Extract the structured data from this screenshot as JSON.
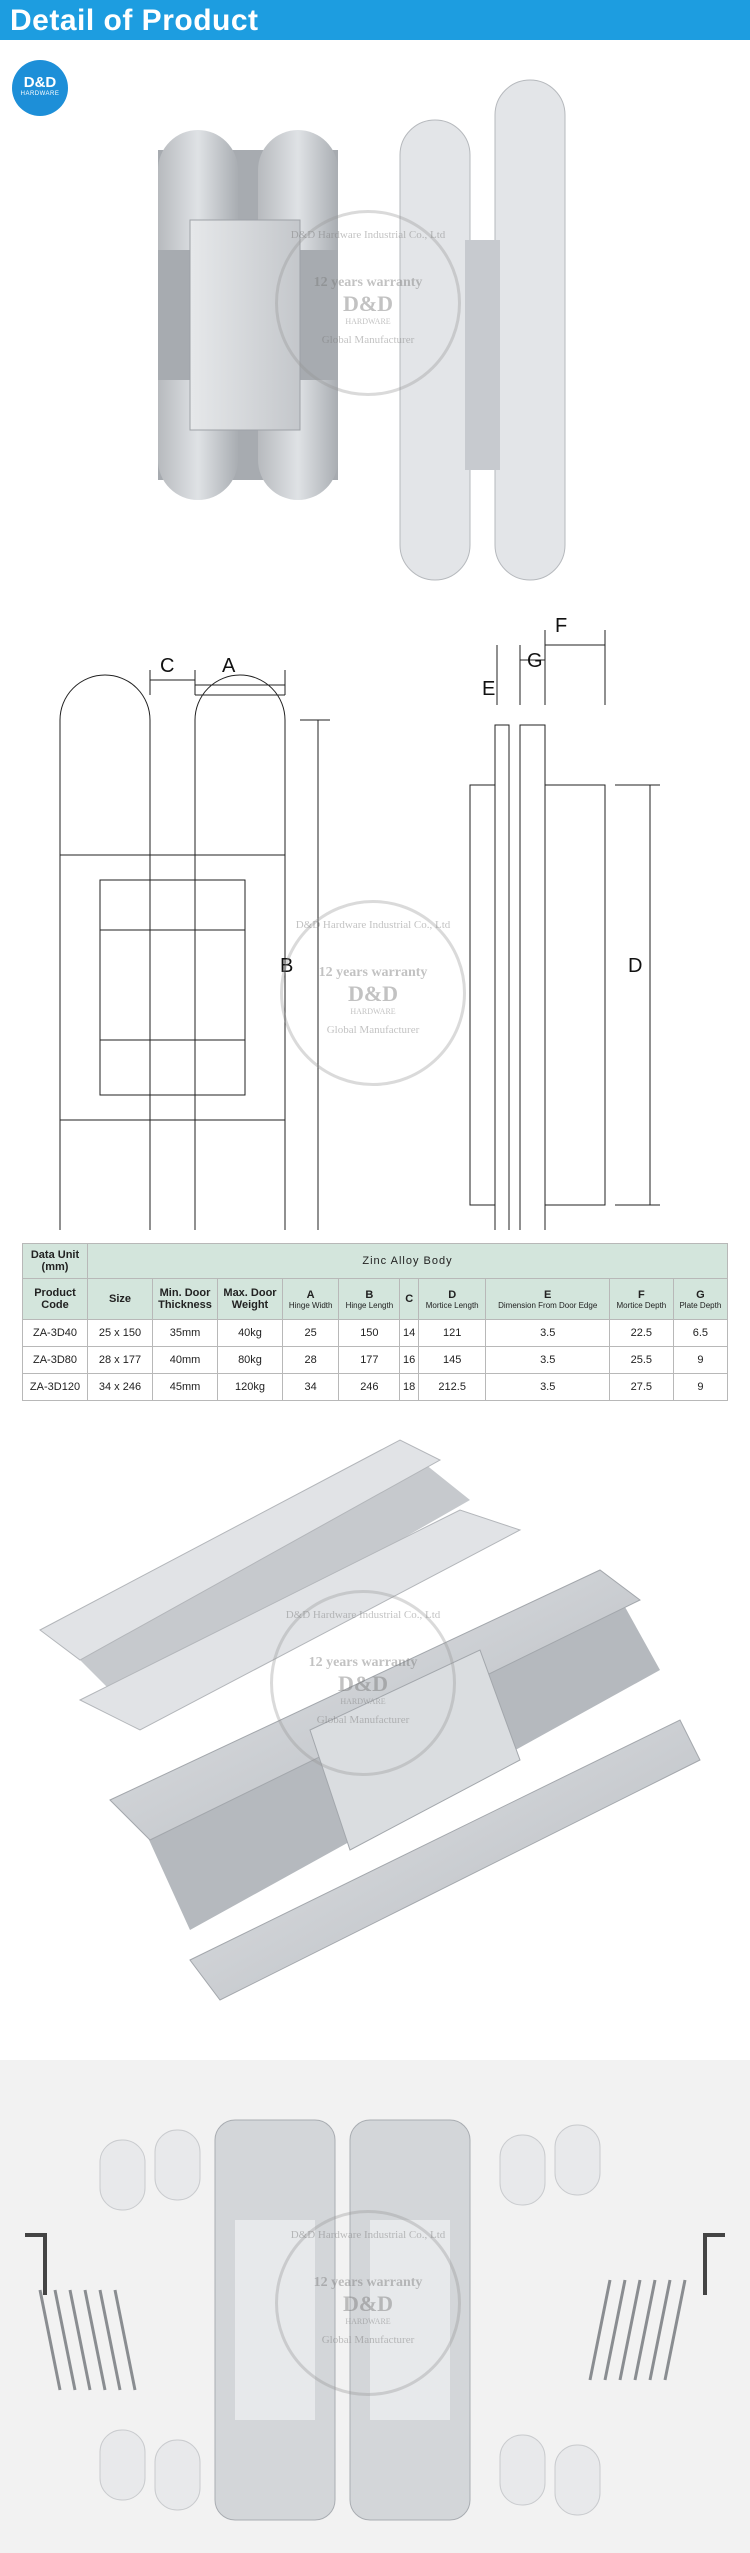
{
  "header": {
    "title": "Detail of Product"
  },
  "logo": {
    "brand": "D&D",
    "sub": "HARDWARE"
  },
  "watermark": {
    "arc_text": "D&D Hardware Industrial Co., Ltd",
    "years": "12 years warranty",
    "brand": "D&D",
    "hardware": "HARDWARE",
    "bottom": "Global Manufacturer"
  },
  "diagram": {
    "labels": {
      "a": "A",
      "b": "B",
      "c": "C",
      "d": "D",
      "e": "E",
      "f": "F",
      "g": "G"
    }
  },
  "table": {
    "data_unit": "Data Unit (mm)",
    "body_material": "Zinc  Alloy  Body",
    "columns": [
      {
        "title": "Product Code",
        "sub": ""
      },
      {
        "title": "Size",
        "sub": ""
      },
      {
        "title": "Min. Door Thickness",
        "sub": ""
      },
      {
        "title": "Max. Door Weight",
        "sub": ""
      },
      {
        "title": "A",
        "sub": "Hinge Width"
      },
      {
        "title": "B",
        "sub": "Hinge Length"
      },
      {
        "title": "C",
        "sub": ""
      },
      {
        "title": "D",
        "sub": "Mortice Length"
      },
      {
        "title": "E",
        "sub": "Dimension From Door Edge"
      },
      {
        "title": "F",
        "sub": "Mortice Depth"
      },
      {
        "title": "G",
        "sub": "Plate Depth"
      }
    ],
    "rows": [
      [
        "ZA-3D40",
        "25 x 150",
        "35mm",
        "40kg",
        "25",
        "150",
        "14",
        "121",
        "3.5",
        "22.5",
        "6.5"
      ],
      [
        "ZA-3D80",
        "28 x 177",
        "40mm",
        "80kg",
        "28",
        "177",
        "16",
        "145",
        "3.5",
        "25.5",
        "9"
      ],
      [
        "ZA-3D120",
        "34 x 246",
        "45mm",
        "120kg",
        "34",
        "246",
        "18",
        "212.5",
        "3.5",
        "27.5",
        "9"
      ]
    ]
  },
  "colors": {
    "header": "#1d9de0",
    "table_head": "#d3e5dc",
    "metal": "#c9ccd0",
    "bg_grey": "#f2f2f2"
  }
}
